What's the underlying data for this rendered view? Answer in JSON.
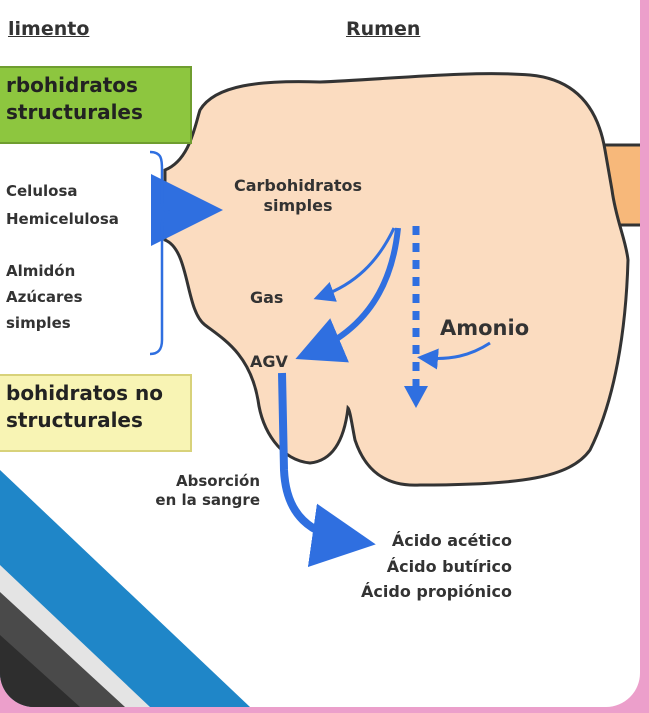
{
  "headings": {
    "alimento": "limento",
    "rumen": "Rumen"
  },
  "boxes": {
    "structural": [
      "rbohidratos",
      "structurales"
    ],
    "non_structural": [
      "bohidratos no",
      "structurales"
    ]
  },
  "feed_items": {
    "group1": [
      "Celulosa",
      "Hemicelulosa"
    ],
    "group2": [
      "Almidón",
      "Azúcares",
      "simples"
    ]
  },
  "rumen_labels": {
    "simple_carbs": [
      "Carbohidratos",
      "simples"
    ],
    "gas": "Gas",
    "agv": "AGV",
    "amonio": "Amonio"
  },
  "absorption": [
    "Absorción",
    "en la sangre"
  ],
  "acids": [
    "Ácido acético",
    "Ácido butírico",
    "Ácido propiónico"
  ],
  "colors": {
    "arrow_blue": "#2f6fe0",
    "rumen_fill": "#fbdcc0",
    "outlet_orange": "#f7b87a",
    "structural_box": "#8dc63f",
    "non_structural_box": "#f8f4b4",
    "frame_pink": "#ec9fcb"
  }
}
